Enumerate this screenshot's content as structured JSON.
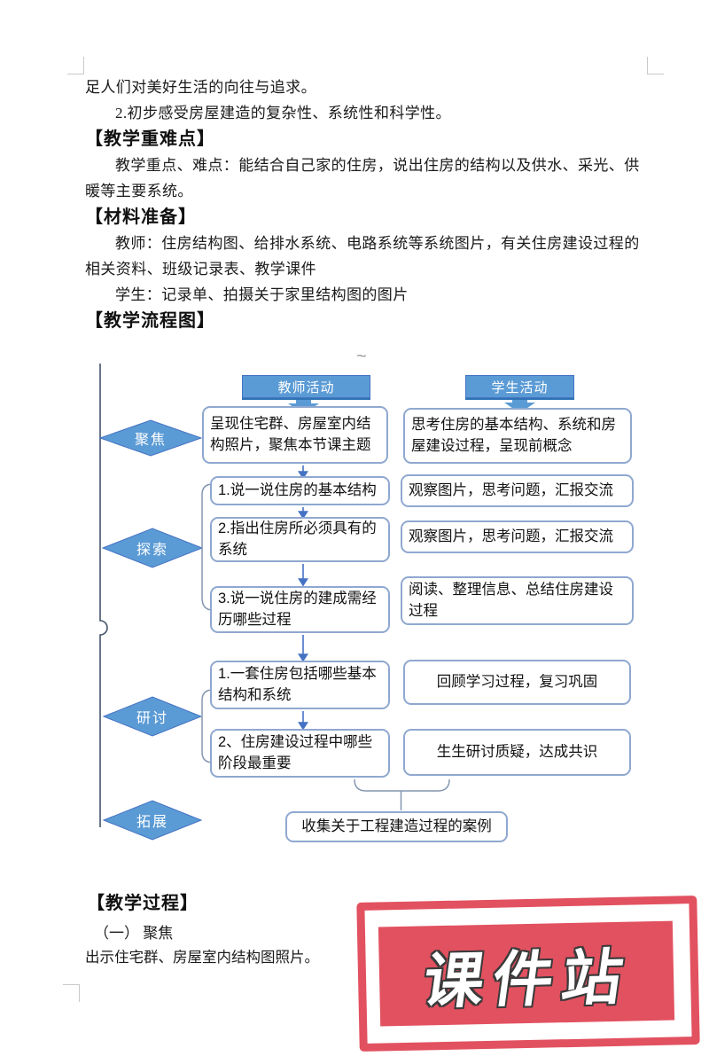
{
  "document": {
    "intro": {
      "line1": "足人们对美好生活的向往与追求。",
      "line2": "2.初步感受房屋建造的复杂性、系统性和科学性。"
    },
    "key_points": {
      "heading": "【教学重难点】",
      "body": "教学重点、难点：能结合自己家的住房，说出住房的结构以及供水、采光、供暖等主要系统。"
    },
    "materials": {
      "heading": "【材料准备】",
      "teacher_line": "教师：住房结构图、给排水系统、电路系统等系统图片，有关住房建设过程的相关资料、班级记录表、教学课件",
      "student_line": "学生：记录单、拍摄关于家里结构图的图片"
    },
    "flowchart_heading": "【教学流程图】",
    "process": {
      "heading": "【教学过程】",
      "step": "（一） 聚焦",
      "body": "出示住宅群、房屋室内结构图照片。"
    }
  },
  "flowchart": {
    "artifact": "~",
    "teacher_header": "教师活动",
    "student_header": "学生活动",
    "stages": {
      "focus": "聚焦",
      "explore": "探索",
      "discuss": "研讨",
      "extend": "拓展"
    },
    "teacher": {
      "t1": "呈现住宅群、房屋室内结构照片，聚焦本节课主题",
      "t2": "1.说一说住房的基本结构",
      "t3": "2.指出住房所必须具有的系统",
      "t4": "3.说一说住房的建成需经历哪些过程",
      "t5": "1.一套住房包括哪些基本结构和系统",
      "t6": "2、住房建设过程中哪些阶段最重要",
      "collect": "收集关于工程建造过程的案例"
    },
    "student": {
      "s1": "思考住房的基本结构、系统和房屋建设过程，呈现前概念",
      "s2": "观察图片，思考问题，汇报交流",
      "s3": "观察图片，思考问题，汇报交流",
      "s4": "阅读、整理信息、总结住房建设过程",
      "s5": "回顾学习过程，复习巩固",
      "s6": "生生研讨质疑，达成共识"
    }
  },
  "stamp": {
    "text": "课件站"
  },
  "colors": {
    "flow_blue": "#5b9bd5",
    "flow_blue_dark": "#2e75b6",
    "box_border": "#8fa8d0",
    "arrow_blue": "#4472c4",
    "connector_gray": "#8496b0",
    "stamp_red": "#e25160"
  }
}
